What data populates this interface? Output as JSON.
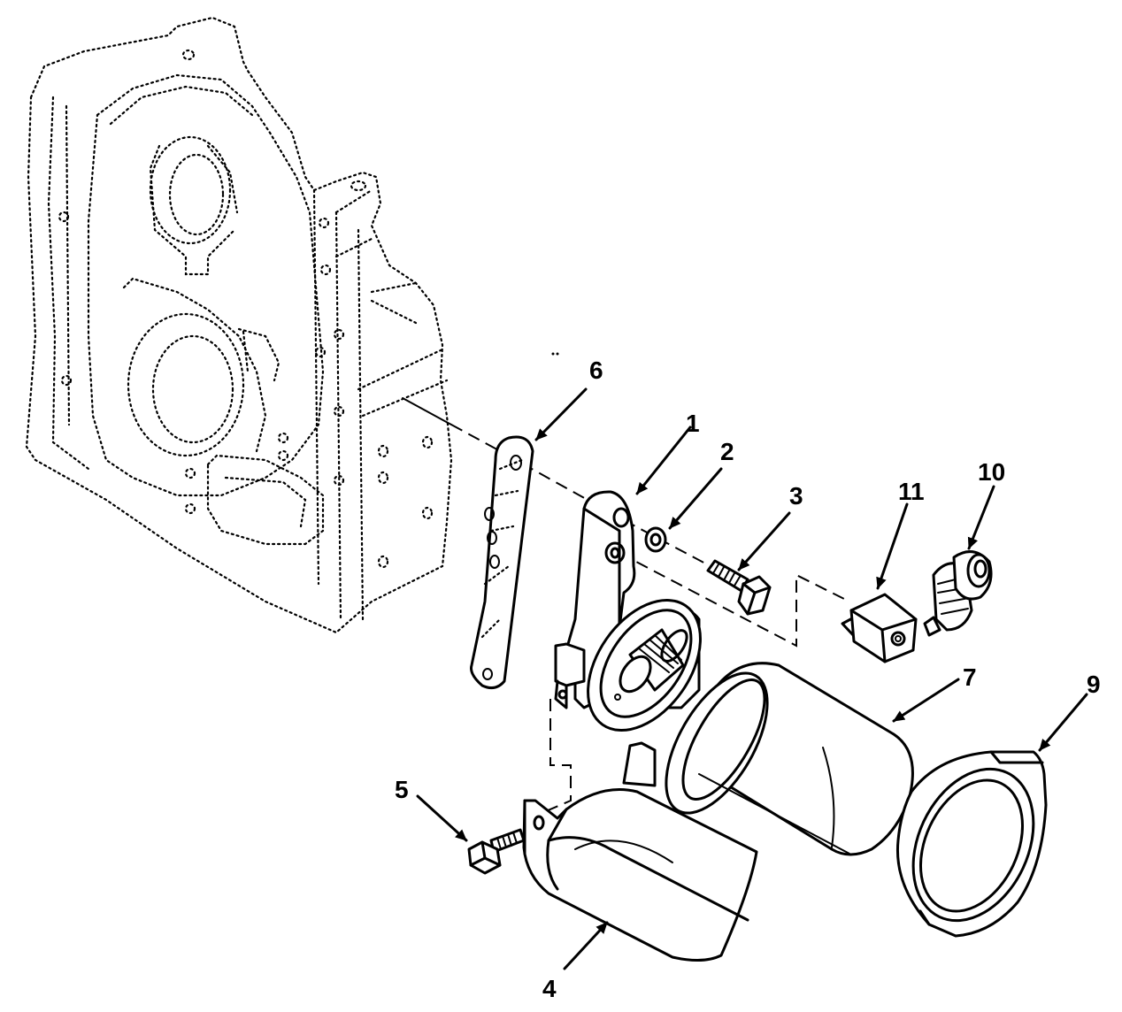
{
  "callouts": {
    "c1": "1",
    "c2": "2",
    "c3": "3",
    "c4": "4",
    "c5": "5",
    "c6": "6",
    "c7": "7",
    "c9": "9",
    "c10": "10",
    "c11": "11"
  }
}
